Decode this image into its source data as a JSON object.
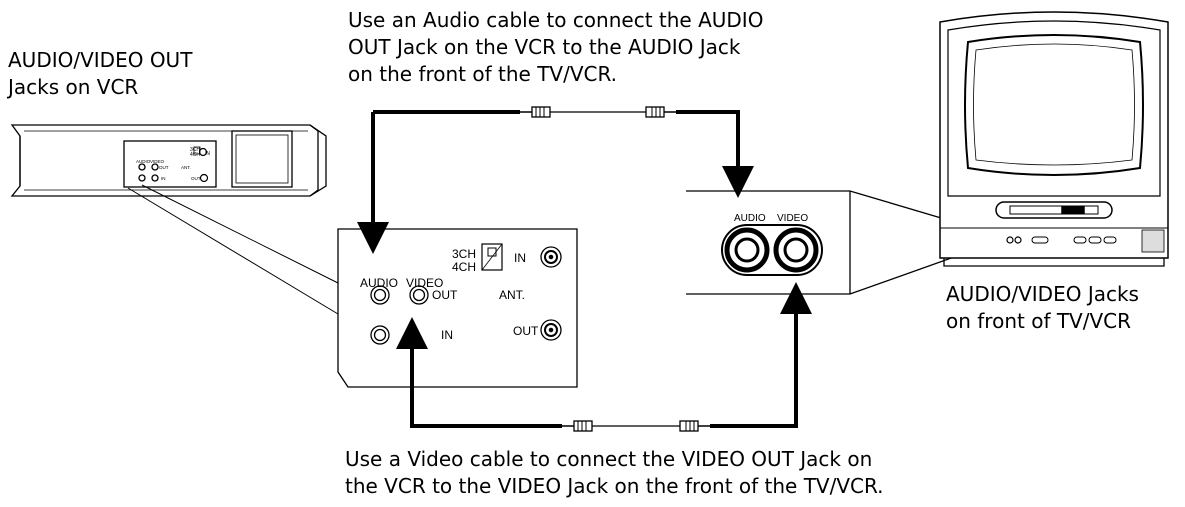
{
  "captions": {
    "vcr_jacks": "AUDIO/VIDEO OUT\nJacks on VCR",
    "audio_instruction": "Use an Audio cable to connect the AUDIO\nOUT Jack on the VCR to the AUDIO Jack\non the front of the TV/VCR.",
    "tv_jacks": "AUDIO/VIDEO Jacks\non front of TV/VCR",
    "video_instruction": "Use a Video cable to connect the VIDEO OUT Jack on\nthe VCR to the VIDEO Jack on the front of the TV/VCR."
  },
  "vcr_panel": {
    "audio": "AUDIO",
    "video": "VIDEO",
    "out": "OUT",
    "in": "IN",
    "ch3": "3CH",
    "ch4": "4CH",
    "ant_in": "IN",
    "ant": "ANT.",
    "ant_out": "OUT"
  },
  "tv_panel": {
    "audio": "AUDIO",
    "video": "VIDEO"
  },
  "vcr_small_panel": {
    "audio": "AUDIO",
    "video": "VIDEO",
    "out": "OUT",
    "in": "IN",
    "ch3": "3CH",
    "ch4": "4CH",
    "ant_in": "IN",
    "ant": "ANT.",
    "ant_out": "OUT"
  }
}
